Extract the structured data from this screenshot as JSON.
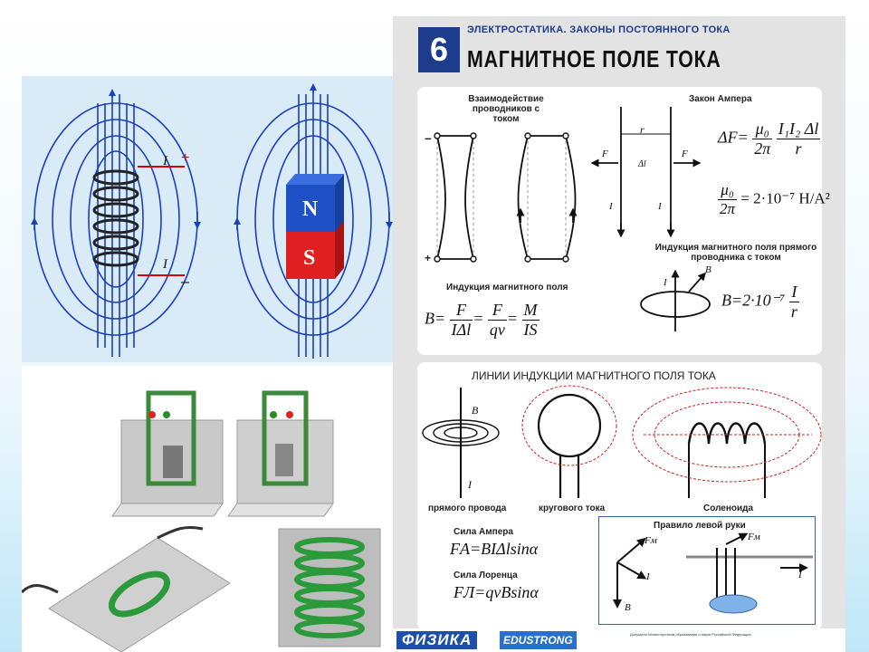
{
  "left_top": {
    "coil_labels": {
      "i_top": "I",
      "plus": "+",
      "i_bottom": "I",
      "minus": "–"
    },
    "magnet_labels": {
      "north": "N",
      "south": "S"
    },
    "colors": {
      "field_lines": "#1a3fc0",
      "north": "#1e50c8",
      "south": "#e02020",
      "background": "#d9ebf7"
    }
  },
  "poster": {
    "number": "6",
    "subtitle": "ЭЛЕКТРОСТАТИКА. ЗАКОНЫ ПОСТОЯННОГО ТОКА",
    "title": "МАГНИТНОЕ ПОЛЕ ТОКА",
    "top_card": {
      "interaction_title": "Взаимодействие проводников с током",
      "ampere_law_title": "Закон Ампера",
      "induction_title": "Индукция магнитного поля",
      "straight_title": "Индукция магнитного поля прямого проводника с током",
      "labels": {
        "r": "r",
        "f1": "F",
        "f2": "F",
        "i1": "I",
        "i2": "I",
        "dl": "Δl",
        "minus": "–",
        "plus": "+",
        "i": "I",
        "b": "B"
      },
      "formula_ampere": {
        "lhs": "ΔF=",
        "num_left": "μ₀",
        "den_left": "2π",
        "num_right": "I₁I₂ Δl",
        "den_right": "r"
      },
      "formula_mu": {
        "num": "μ₀",
        "den": "2π",
        "rhs": "= 2·10⁻⁷ Н/А²"
      },
      "formula_induction": {
        "lhs": "B=",
        "f1_num": "F",
        "f1_den": "IΔl",
        "f2_num": "F",
        "f2_den": "qv",
        "f3_num": "M",
        "f3_den": "IS"
      },
      "formula_straight": {
        "lhs": "B=2·10⁻⁷",
        "num": "I",
        "den": "r"
      }
    },
    "bottom_card": {
      "title": "ЛИНИИ ИНДУКЦИИ МАГНИТНОГО ПОЛЯ ТОКА",
      "captions": [
        "прямого провода",
        "кругового тока",
        "Соленоида"
      ],
      "labels": {
        "b": "B",
        "i": "I"
      },
      "ampere_force_title": "Сила Ампера",
      "ampere_force": "FА=BIΔlsinα",
      "lorentz_title": "Сила Лоренца",
      "lorentz_force": "FЛ=qvBsinα",
      "left_hand_title": "Правило левой руки",
      "rule_labels": {
        "fm": "Fм",
        "i": "I",
        "b": "B",
        "fm2": "Fм",
        "i2": "I"
      }
    },
    "footer": {
      "brand": "ФИЗИКА",
      "brand2": "EDUSTRONG",
      "note": "Допущено Министерством образования и науки Российской Федерации"
    }
  }
}
